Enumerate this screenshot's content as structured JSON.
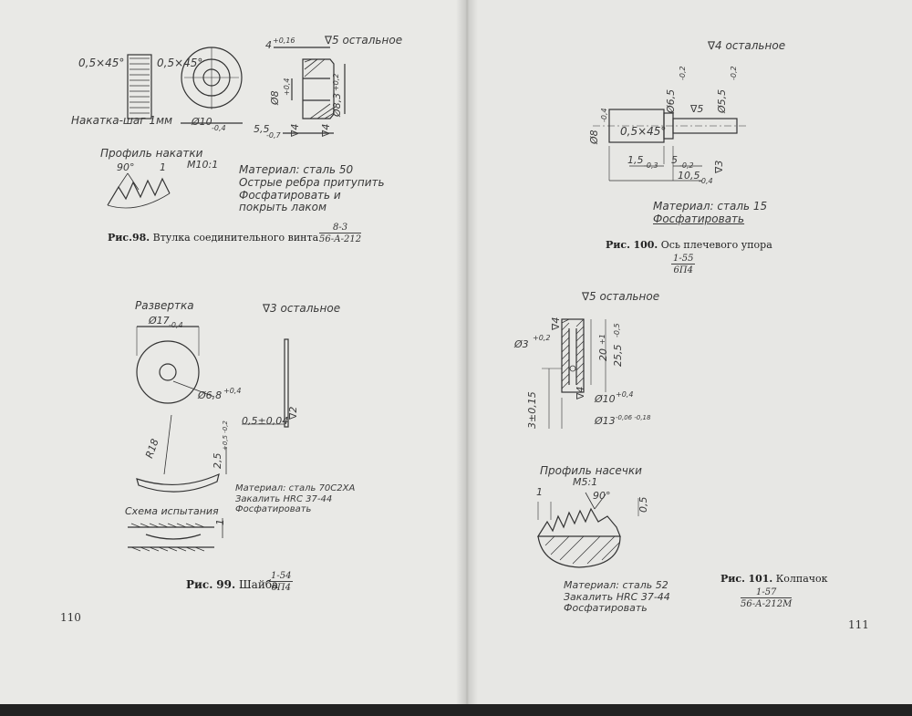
{
  "page_left": {
    "number": "110",
    "fig98": {
      "chamfer_left": "0,5×45°",
      "chamfer_right": "0,5×45°",
      "knurl_note": "Накатка-шаг 1мм",
      "dim_width": "4",
      "dim_width_tol": "+0,16",
      "roughness_rest": "∇5 остальное",
      "dia_inner": "Ø8",
      "dia_inner_tol": "+0,4",
      "dia_outer": "Ø10",
      "dia_outer_tol": "-0,4",
      "dia_bore": "Ø8,3",
      "dia_bore_tol": "+0,2",
      "dim_len": "5,5",
      "dim_len_tol": "-0,7",
      "rough_a": "∇4",
      "rough_b": "∇4",
      "profile_title": "Профиль накатки",
      "profile_scale": "M10:1",
      "profile_angle": "90°",
      "profile_pitch": "1",
      "material_lines": [
        "Материал: сталь 50",
        "Острые ребра притупить",
        "Фосфатировать и",
        "покрыть лаком"
      ],
      "caption_prefix": "Рис.",
      "caption_num": "98.",
      "caption_text": "Втулка соединительного винта",
      "code_top": "8-3",
      "code_bottom": "56-А-212"
    },
    "fig99": {
      "flat_title": "Развертка",
      "dia_outer": "Ø17",
      "dia_outer_tol": "-0,4",
      "roughness_rest": "∇3 остальное",
      "dia_hole": "Ø6,8",
      "dia_hole_tol": "+0,4",
      "thickness": "0,5±0,04",
      "rough": "∇2",
      "radius": "R18",
      "height": "2,5",
      "height_tol": "+0,5 -0,2",
      "material_lines": [
        "Материал: сталь 70С2ХА",
        "Закалить HRC 37-44",
        "Фосфатировать"
      ],
      "test_scheme": "Схема испытания",
      "test_dim": "1",
      "caption_prefix": "Рис.",
      "caption_num": "99.",
      "caption_text": "Шайба",
      "code_top": "1-54",
      "code_bottom": "6П4"
    }
  },
  "page_right": {
    "number": "111",
    "fig100": {
      "roughness_rest": "∇4 остальное",
      "dia_a": "Ø6,5",
      "dia_a_tol": "-0,2",
      "dia_b": "Ø5,5",
      "dia_b_tol": "-0,2",
      "dia_c": "Ø8",
      "dia_c_tol": "-0,4",
      "chamfer": "0,5×45°",
      "rough_a": "∇5",
      "rough_b": "∇3",
      "len_a": "1,5",
      "len_a_tol": "-0,3",
      "len_b": "5",
      "len_b_tol": "-0,2",
      "len_c": "10,5",
      "len_c_tol": "-0,4",
      "material_lines": [
        "Материал: сталь 15",
        "Фосфатировать"
      ],
      "caption_prefix": "Рис.",
      "caption_num": "100.",
      "caption_text": "Ось плечевого упора",
      "code_top": "1-55",
      "code_bottom": "6П4"
    },
    "fig101": {
      "roughness_rest": "∇5 остальное",
      "dia_hole": "Ø3",
      "dia_hole_tol": "+0,2",
      "rough_a": "∇4",
      "dim_20": "20",
      "dim_20_tol": "+1",
      "dim_25": "25,5",
      "dim_25_tol": "-0,5",
      "dim_3": "3±0,15",
      "rough_b": "∇4",
      "dia_inner": "Ø10",
      "dia_inner_tol": "+0,4",
      "dia_outer": "Ø13",
      "dia_outer_tol": "-0,06 -0,18",
      "profile_title": "Профиль насечки",
      "profile_scale": "M5:1",
      "profile_angle": "90°",
      "profile_pitch": "1",
      "profile_depth": "0,5",
      "material_lines": [
        "Материал: сталь 52",
        "Закалить HRC 37-44",
        "Фосфатировать"
      ],
      "caption_prefix": "Рис.",
      "caption_num": "101.",
      "caption_text": "Колпачок",
      "code_top": "1-57",
      "code_bottom": "56-А-212М"
    }
  }
}
